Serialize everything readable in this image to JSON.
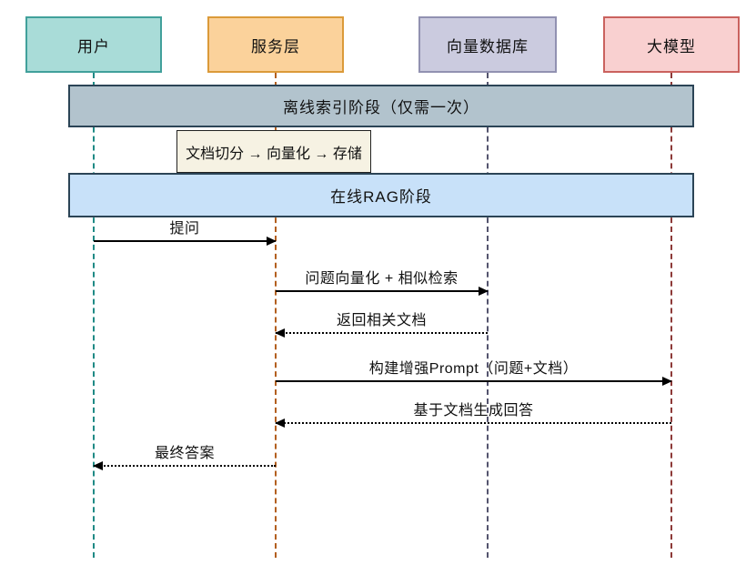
{
  "diagram": {
    "type": "sequence",
    "participants": [
      {
        "label": "用户",
        "fill": "#a9dcd8",
        "border": "#41a09b",
        "lifeline_color": "#1f8a85"
      },
      {
        "label": "服务层",
        "fill": "#fbd29b",
        "border": "#db9a39",
        "lifeline_color": "#b35f1f"
      },
      {
        "label": "向量数据库",
        "fill": "#cbcbdf",
        "border": "#9191b1",
        "lifeline_color": "#54546e"
      },
      {
        "label": "大模型",
        "fill": "#f9d0d0",
        "border": "#ca625e",
        "lifeline_color": "#8d3a38"
      }
    ],
    "phases": [
      {
        "label": "离线索引阶段（仅需一次）",
        "fill": "#b2c3cd"
      },
      {
        "label": "在线RAG阶段",
        "fill": "#c8e1f9"
      }
    ],
    "note": {
      "label": "文档切分 → 向量化 → 存储",
      "fill": "#f6f2e3"
    },
    "messages": [
      {
        "label": "提问",
        "from": "用户",
        "to": "服务层",
        "line": "solid"
      },
      {
        "label": "问题向量化 + 相似检索",
        "from": "服务层",
        "to": "向量数据库",
        "line": "solid"
      },
      {
        "label": "返回相关文档",
        "from": "向量数据库",
        "to": "服务层",
        "line": "dotted"
      },
      {
        "label": "构建增强Prompt（问题+文档）",
        "from": "服务层",
        "to": "大模型",
        "line": "solid"
      },
      {
        "label": "基于文档生成回答",
        "from": "大模型",
        "to": "服务层",
        "line": "dotted"
      },
      {
        "label": "最终答案",
        "from": "服务层",
        "to": "用户",
        "line": "dotted"
      }
    ]
  }
}
